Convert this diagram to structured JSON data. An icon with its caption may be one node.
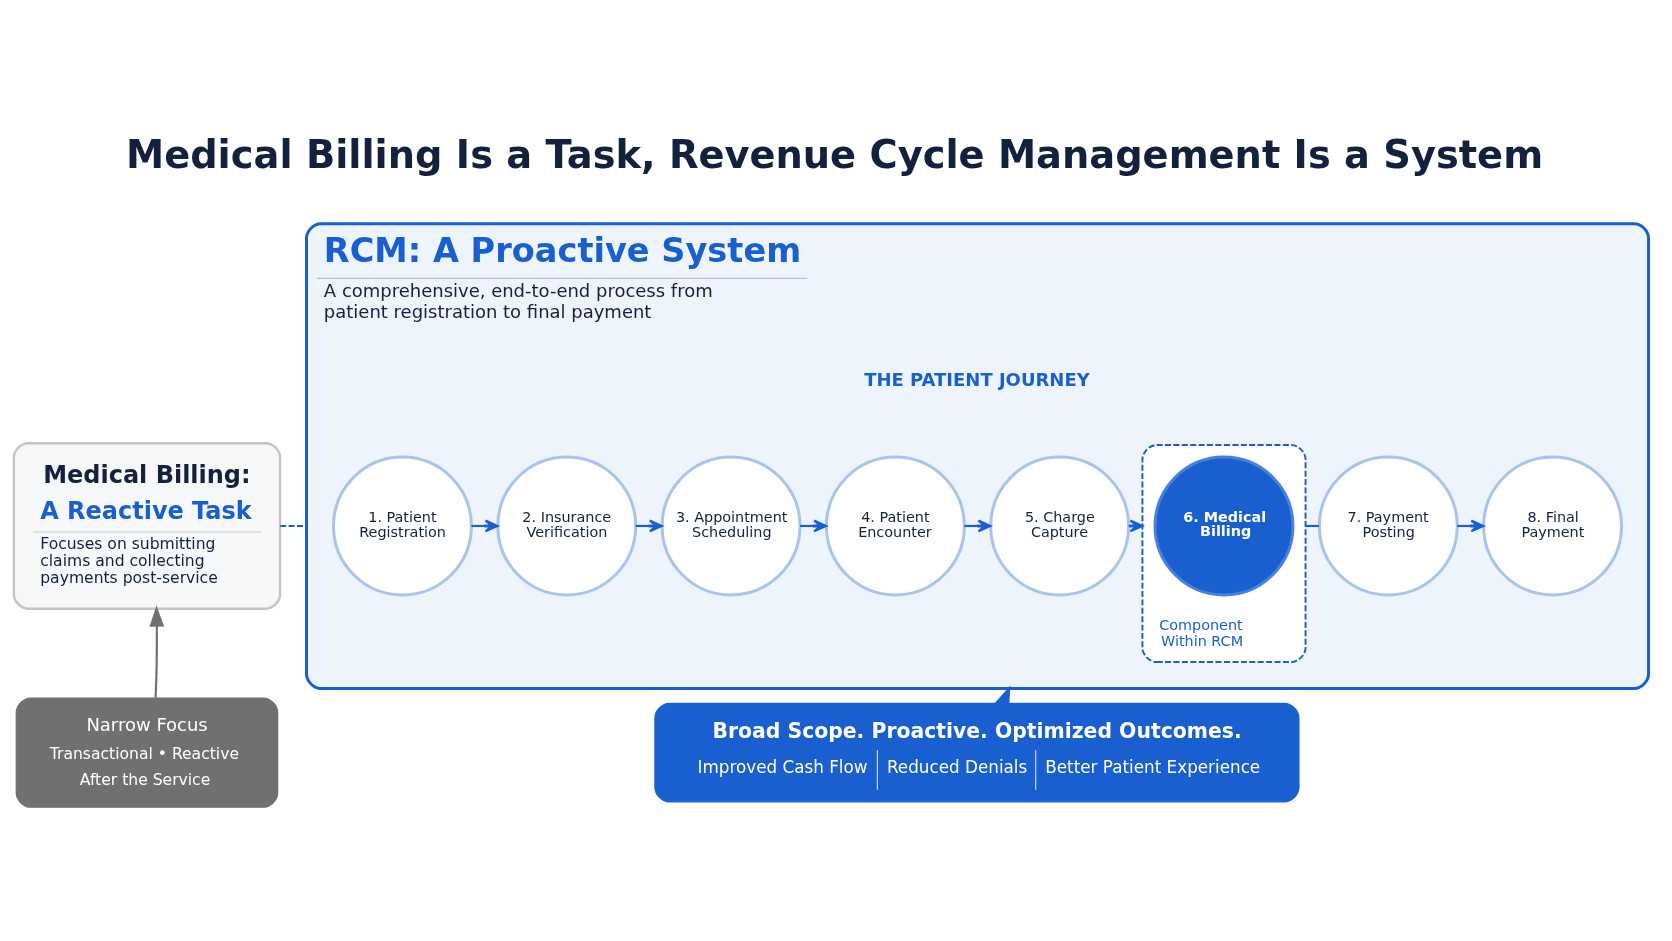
{
  "diagram": {
    "title": "Medical Billing Is a Task, Revenue Cycle Management Is a System",
    "nodes": [
      {
        "text": [
          "Medical Billing:",
          "A Reactive Task",
          "Focuses on submitting claims and collecting payments post-service"
        ]
      },
      {
        "text": [
          "Narrow Focus",
          "Transactional • Reactive",
          "After the Service"
        ]
      },
      {
        "text": [
          "RCM: A Proactive System",
          "A comprehensive, end-to-end process from patient registration to final payment"
        ]
      },
      {
        "text": [
          "1. Patient Registration"
        ],
        "in": 2
      },
      {
        "text": [
          "2. Insurance Verification"
        ],
        "in": 2
      },
      {
        "text": [
          "3. Appointment Scheduling"
        ],
        "in": 2
      },
      {
        "text": [
          "4. Patient Encounter"
        ],
        "in": 2
      },
      {
        "text": [
          "5. Charge Capture"
        ],
        "in": 2
      },
      {
        "text": [
          "Component Within RCM"
        ],
        "in": 2
      },
      {
        "text": [
          "6. Medical Billing"
        ],
        "in": 8
      },
      {
        "text": [
          "7. Payment Posting"
        ],
        "in": 2
      },
      {
        "text": [
          "8. Final Payment"
        ],
        "in": 2
      },
      {
        "text": [
          "Broad Scope. Proactive. Optimized Outcomes.",
          "Improved Cash Flow",
          "Reduced Denials",
          "Better Patient Experience"
        ]
      }
    ],
    "edges": [
      {
        "from": 1,
        "to": 0,
        "arrow": "to",
        "color": "#707070"
      },
      {
        "from": 0,
        "to": 2,
        "arrow": "none",
        "style": "dashed"
      },
      {
        "from": 3,
        "to": 4,
        "arrow": "to"
      },
      {
        "from": 4,
        "to": 5,
        "arrow": "to"
      },
      {
        "from": 5,
        "to": 6,
        "arrow": "to"
      },
      {
        "from": 6,
        "to": 7,
        "arrow": "to"
      },
      {
        "from": 7,
        "to": 8,
        "arrow": "to"
      },
      {
        "from": 8,
        "to": 10,
        "arrow": "none"
      },
      {
        "from": 10,
        "to": 11,
        "arrow": "to"
      },
      {
        "from": 12,
        "to": 2,
        "arrow": "to"
      }
    ],
    "labels": [
      "THE PATIENT JOURNEY"
    ]
  }
}
